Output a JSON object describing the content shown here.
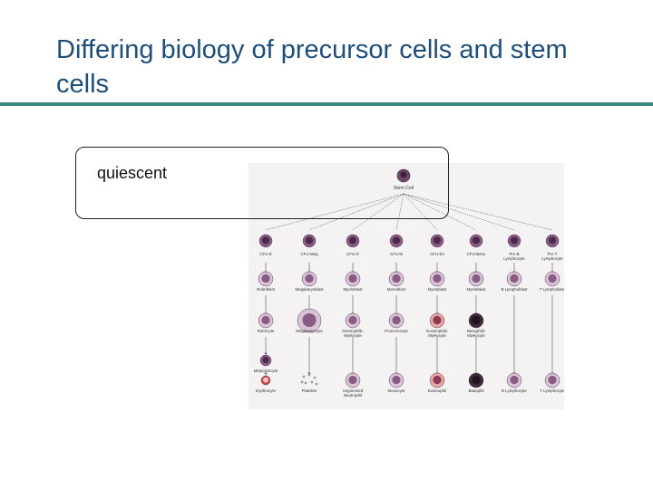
{
  "title": "Differing biology of precursor cells and stem cells",
  "callout": {
    "label": "quiescent"
  },
  "diagram": {
    "stem_cell": "Stem Cell",
    "colors": {
      "cell_light": "#d9c3d6",
      "cell_mid": "#8a5c83",
      "cell_dark": "#4a2a48",
      "erythro_red": "#c94a4a",
      "title_blue": "#1f4e79",
      "rule_teal": "#3f8a7e"
    },
    "lineages": [
      {
        "progenitor": "CFU-E",
        "stages": [
          "Rubriblast",
          "Rubricyte",
          "Metarubricyte",
          "Erythrocyte"
        ]
      },
      {
        "progenitor": "CFU-Meg",
        "stages": [
          "Megakaryoblast",
          "Megakaryocyte",
          "",
          "Platelets"
        ]
      },
      {
        "progenitor": "CFU-G",
        "stages": [
          "Myeloblast",
          "Neutrophilic Myelocyte",
          "",
          "Segmented Neutrophil"
        ]
      },
      {
        "progenitor": "CFU-M",
        "stages": [
          "Monoblast",
          "Promonocyte",
          "",
          "Monocyte"
        ]
      },
      {
        "progenitor": "CFU-Eo",
        "stages": [
          "Myeloblast",
          "Eosinophilic Myelocyte",
          "",
          "Eosinophil"
        ]
      },
      {
        "progenitor": "CFU-Baso",
        "stages": [
          "Myeloblast",
          "Basophilic Myelocyte",
          "",
          "Basophil"
        ]
      },
      {
        "progenitor": "Pre-B Lymphocyte",
        "stages": [
          "B Lymphoblast",
          "",
          "",
          "B Lymphocyte"
        ]
      },
      {
        "progenitor": "Pre-T Lymphocyte",
        "stages": [
          "T Lymphoblast",
          "",
          "",
          "T Lymphocyte"
        ]
      }
    ]
  }
}
